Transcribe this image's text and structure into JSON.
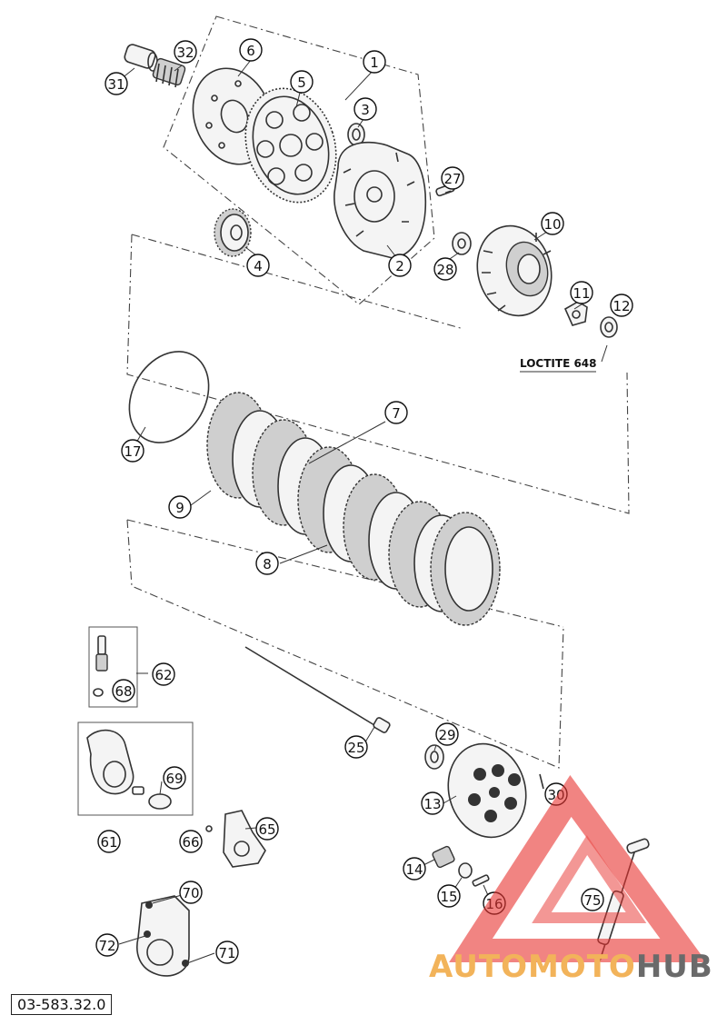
{
  "diagram": {
    "drawing_number": "03-583.32.0",
    "note": "LOCTITE 648",
    "watermark": {
      "text_primary": "AUTOMOTO",
      "text_secondary": "HUB",
      "color_primary": "#f2b35a",
      "color_secondary": "#6a6a6a",
      "logo_color": "#e8322f"
    },
    "callouts": [
      "1",
      "2",
      "3",
      "4",
      "5",
      "6",
      "7",
      "8",
      "9",
      "10",
      "11",
      "12",
      "13",
      "14",
      "15",
      "16",
      "17",
      "25",
      "27",
      "28",
      "29",
      "30",
      "31",
      "32",
      "61",
      "62",
      "65",
      "66",
      "68",
      "69",
      "70",
      "71",
      "72",
      "75"
    ]
  }
}
